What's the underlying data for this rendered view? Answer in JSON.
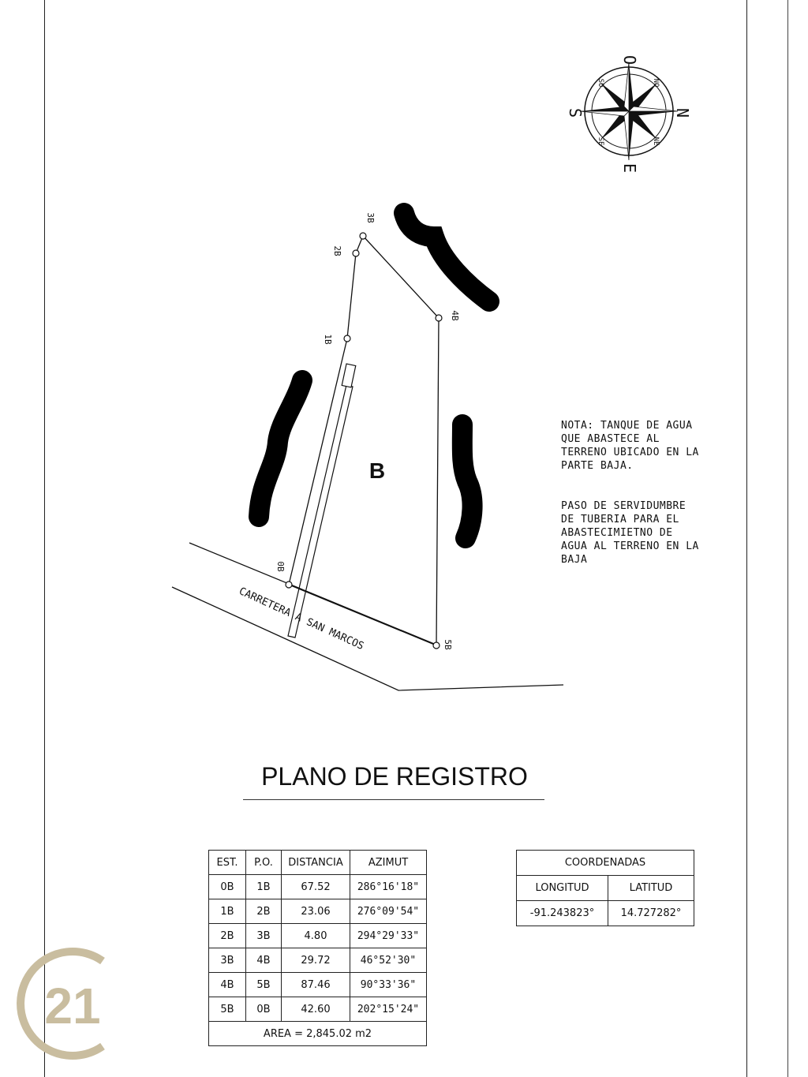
{
  "compass": {
    "north": "N",
    "south": "S",
    "east": "E",
    "west": "O",
    "ne": "NE",
    "se": "SE",
    "so": "SO",
    "no": "NO"
  },
  "stations": {
    "s0": "0B",
    "s1": "1B",
    "s2": "2B",
    "s3": "3B",
    "s4": "4B",
    "s5": "5B"
  },
  "lot_label": "B",
  "road_label": "CARRETERA A SAN MARCOS",
  "note": {
    "paragraph1": "NOTA: TANQUE DE AGUA\nQUE ABASTECE AL\nTERRENO UBICADO EN LA\nPARTE BAJA.",
    "paragraph2": "PASO DE SERVIDUMBRE\nDE TUBERIA PARA EL\nABASTECIMIETNO DE\nAGUA AL TERRENO EN LA\nBAJA"
  },
  "title": "PLANO DE REGISTRO",
  "survey_table": {
    "headers": {
      "est": "EST.",
      "po": "P.O.",
      "distancia": "DISTANCIA",
      "azimut": "AZIMUT"
    },
    "rows": [
      {
        "est": "0B",
        "po": "1B",
        "distancia": "67.52",
        "azimut": "286°16'18\""
      },
      {
        "est": "1B",
        "po": "2B",
        "distancia": "23.06",
        "azimut": "276°09'54\""
      },
      {
        "est": "2B",
        "po": "3B",
        "distancia": "4.80",
        "azimut": "294°29'33\""
      },
      {
        "est": "3B",
        "po": "4B",
        "distancia": "29.72",
        "azimut": "46°52'30\""
      },
      {
        "est": "4B",
        "po": "5B",
        "distancia": "87.46",
        "azimut": "90°33'36\""
      },
      {
        "est": "5B",
        "po": "0B",
        "distancia": "42.60",
        "azimut": "202°15'24\""
      }
    ],
    "area": "AREA = 2,845.02 m2"
  },
  "coords_table": {
    "title": "COORDENADAS",
    "longitud_label": "LONGITUD",
    "latitud_label": "LATITUD",
    "longitud": "-91.243823°",
    "latitud": "14.727282°"
  },
  "logo": {
    "text": "21",
    "color": "#c9bd9f"
  },
  "colors": {
    "ink": "#111111",
    "redaction": "#000000"
  }
}
